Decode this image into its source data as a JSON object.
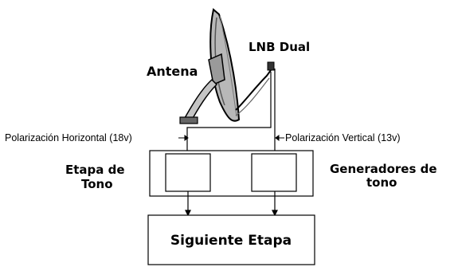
{
  "labels": {
    "antenna": "Antena",
    "lnb": "LNB Dual",
    "pol_horizontal": "Polarización Horizontal (18v)",
    "pol_vertical": "Polarización Vertical (13v)",
    "stage_tone_line1": "Etapa de",
    "stage_tone_line2": "Tono",
    "generators_line1": "Generadores de",
    "generators_line2": "tono",
    "next_stage": "Siguiente Etapa"
  },
  "colors": {
    "line": "#000000",
    "dish_fill": "#b8b8b8",
    "dish_dark": "#555555",
    "background": "#ffffff"
  }
}
